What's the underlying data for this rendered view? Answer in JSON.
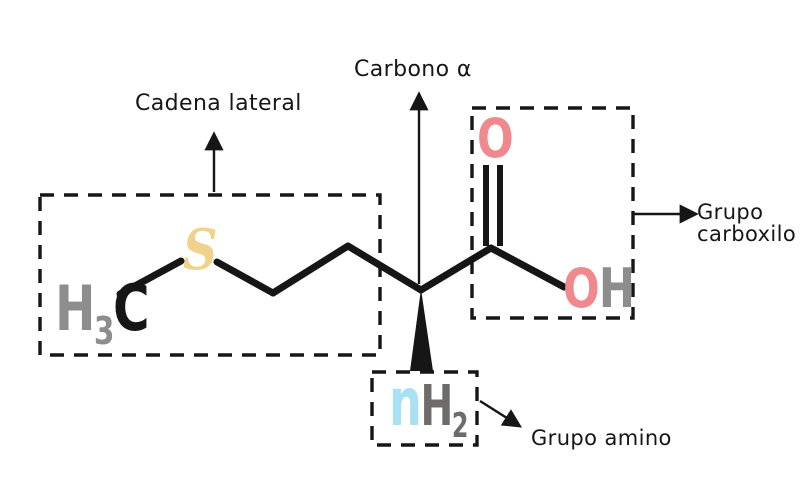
{
  "colors": {
    "black": "#161616",
    "gray": "#8d8d8d",
    "darkgray": "#6f6b6b",
    "sulfur": "#f1d28c",
    "oxygen": "#f0898e",
    "nitrogen": "#a9e0f2"
  },
  "labels": {
    "side_chain": "Cadena lateral",
    "alpha_carbon": "Carbono α",
    "carboxyl_group": "Grupo\ncarboxilo",
    "amino_group": "Grupo amino"
  },
  "atoms": {
    "methyl": {
      "h": "H",
      "sub": "3",
      "c": "C"
    },
    "sulfur": "S",
    "carbonyl_oxygen": "O",
    "hydroxyl": {
      "o": "O",
      "h": "H"
    },
    "amino": {
      "n": "n",
      "h": "H",
      "sub": "2"
    }
  }
}
